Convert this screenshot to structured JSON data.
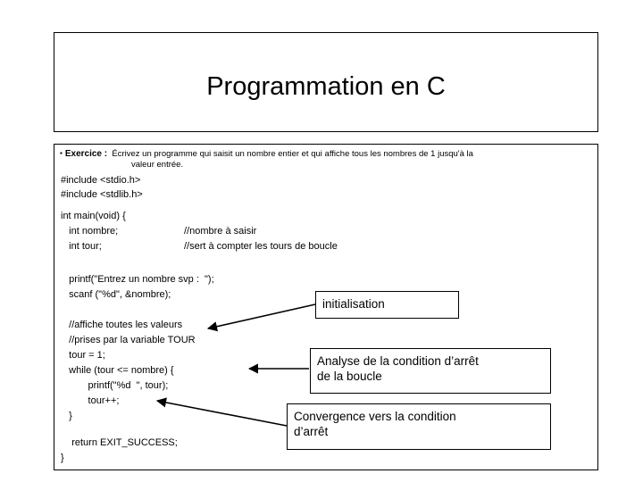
{
  "slide": {
    "title": "Programmation en C",
    "exercise": {
      "bullet": "▪",
      "label": "Exercice :",
      "line1": "Écrivez un programme qui saisit un nombre entier et qui affiche tous les nombres de 1 jusqu'à la",
      "line2": "valeur entrée."
    },
    "code": [
      {
        "text": "#include <stdio.h>",
        "comment": ""
      },
      {
        "text": "#include <stdlib.h>",
        "comment": ""
      },
      {
        "text": "int main(void) {",
        "comment": ""
      },
      {
        "text": "   int nombre;",
        "comment": "//nombre à saisir"
      },
      {
        "text": "   int tour;",
        "comment": "//sert à compter les tours de boucle"
      },
      {
        "text": "   printf(\"Entrez un nombre svp :  \");",
        "comment": ""
      },
      {
        "text": "   scanf (\"%d\", &nombre);",
        "comment": ""
      },
      {
        "text": "   //affiche toutes les valeurs",
        "comment": ""
      },
      {
        "text": "   //prises par la variable TOUR",
        "comment": ""
      },
      {
        "text": "   tour = 1;",
        "comment": ""
      },
      {
        "text": "   while (tour <= nombre) {",
        "comment": ""
      },
      {
        "text": "          printf(\"%d  \", tour);",
        "comment": ""
      },
      {
        "text": "          tour++;",
        "comment": ""
      },
      {
        "text": "   }",
        "comment": ""
      },
      {
        "text": "    return EXIT_SUCCESS;",
        "comment": ""
      },
      {
        "text": "}",
        "comment": ""
      }
    ],
    "callouts": {
      "initialisation": "initialisation",
      "analyse": "Analyse de la condition d’arrêt\nde la boucle",
      "convergence": "Convergence vers la condition\nd’arrêt"
    },
    "colors": {
      "background": "#ffffff",
      "text": "#000000",
      "border": "#000000"
    }
  }
}
